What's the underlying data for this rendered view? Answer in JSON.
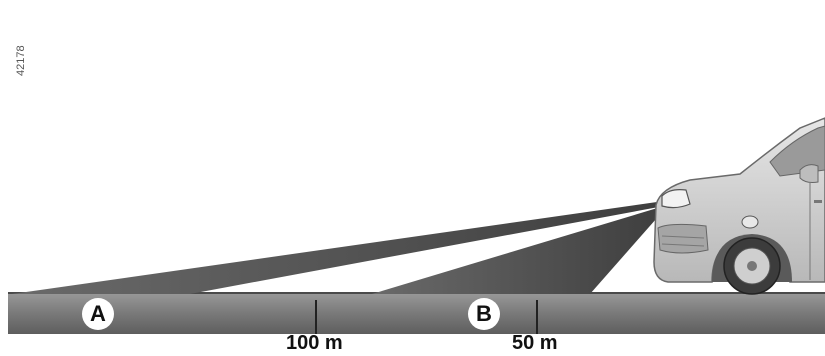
{
  "reference_number": "42178",
  "markers": {
    "a": "A",
    "b": "B"
  },
  "distances": {
    "far": "100 m",
    "near": "50 m"
  },
  "colors": {
    "beam": "#5a5a5a",
    "ground": "#7a7a7a",
    "road_line": "#404040",
    "car_body": "#d0d0d0",
    "background": "#ffffff"
  }
}
